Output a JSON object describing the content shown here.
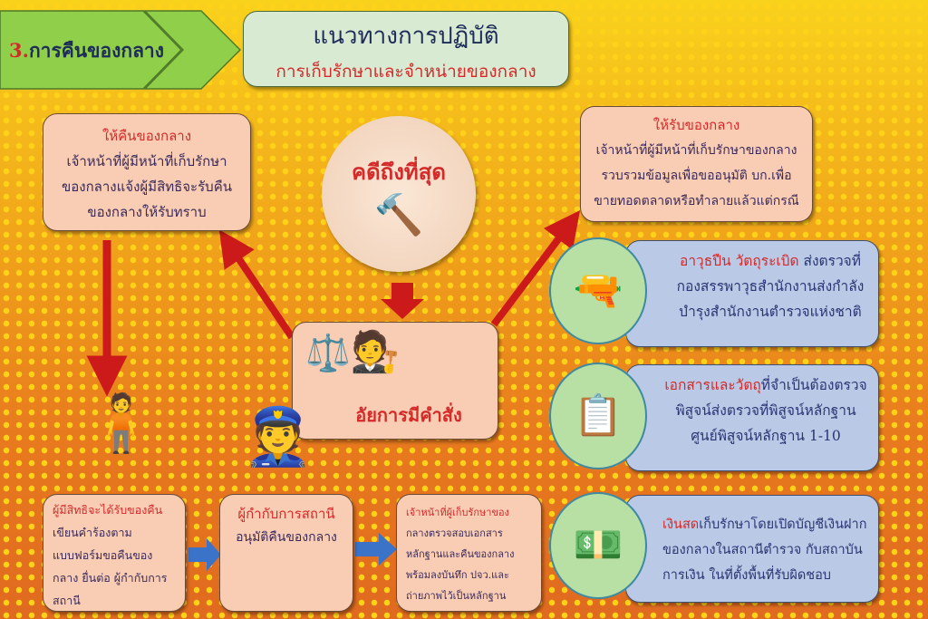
{
  "header": {
    "section_number": "3.",
    "section_title": "การคืนของกลาง",
    "title": "แนวทางการปฏิบัติ",
    "subtitle": "การเก็บรักษาและจำหน่ายของกลาง"
  },
  "return_box": {
    "heading": "ให้คืนของกลาง",
    "lines": [
      "เจ้าหน้าที่ผู้มีหน้าที่เก็บรักษา",
      "ของกลางแจ้งผู้มีสิทธิจะรับคืน",
      "ของกลางให้รับทราบ"
    ]
  },
  "final_case": {
    "label": "คดีถึงที่สุด"
  },
  "prosecutor": {
    "label": "อัยการมีคำสั่ง"
  },
  "receive_box": {
    "heading": "ให้รับของกลาง",
    "lines": [
      "เจ้าหน้าที่ผู้มีหน้าที่เก็บรักษาของกลาง",
      "รวบรวมข้อมูลเพื่อขออนุมัติ บก.เพื่อ",
      "ขายทอดตลาดหรือทำลายแล้วแต่กรณี"
    ]
  },
  "items": [
    {
      "icon": "gun-grenade-icon",
      "highlight": "อาวุธปืน วัตถุระเบิด",
      "rest": " ส่งตรวจที่",
      "lines": [
        "กองสรรพาวุธสำนักงานส่งกำลัง",
        "บำรุงสำนักงานตำรวจแห่งชาติ"
      ]
    },
    {
      "icon": "documents-magnifier-icon",
      "highlight": "เอกสารและวัตถุ",
      "rest": "ที่จำเป็นต้องตรวจ",
      "lines": [
        "พิสูจน์ส่งตรวจที่พิสูจน์หลักฐาน",
        "ศูนย์พิสูจน์หลักฐาน 1-10"
      ]
    },
    {
      "icon": "cash-icon",
      "highlight": "เงินสด",
      "rest": "เก็บรักษาโดยเปิดบัญชีเงินฝาก",
      "lines": [
        "ของกลางในสถานีตำรวจ กับสถาบัน",
        "การเงิน ในที่ตั้งพื้นที่รับผิดชอบ"
      ]
    }
  ],
  "steps": [
    {
      "heading": "ผู้มีสิทธิจะได้รับของคืน",
      "lines": [
        "เขียนคำร้องตาม",
        "แบบฟอร์มขอคืนของ",
        "กลาง ยื่นต่อ ผู้กำกับการ",
        "สถานี"
      ]
    },
    {
      "heading": "ผู้กำกับการสถานี",
      "lines": [
        "อนุมัติคืนของกลาง"
      ]
    },
    {
      "heading": "เจ้าหน้าที่ผู้เก็บรักษาของ",
      "lines": [
        "กลางตรวจสอบเอกสาร",
        "หลักฐานและคืนของกลาง",
        "พร้อมลงบันทึก ปจว.และ",
        "ถ่ายภาพไว้เป็นหลักฐาน"
      ]
    }
  ],
  "colors": {
    "green": "#8fcf4a",
    "peach": "#f9cdb4",
    "blue_box": "#b9c9e6",
    "red_arrow": "#cc1a1a",
    "blue_arrow": "#3b73c9"
  }
}
